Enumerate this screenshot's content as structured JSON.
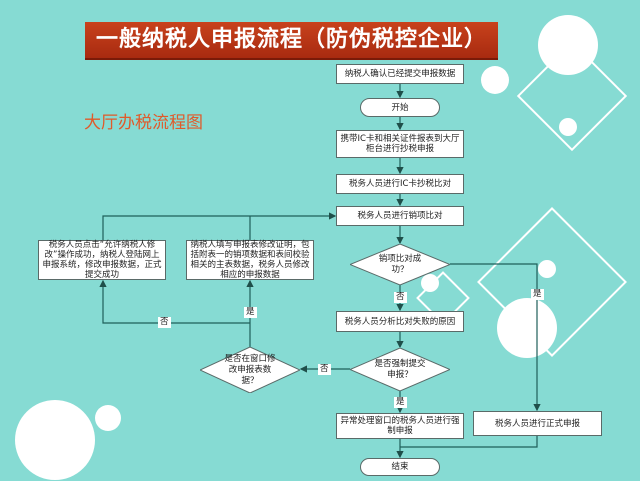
{
  "title": "一般纳税人申报流程（防伪税控企业）",
  "subtitle": "大厅办税流程图",
  "colors": {
    "background": "#86dbd3",
    "title_bar": "#b8341a",
    "subtitle": "#e05a2a",
    "line": "#1f5f5a"
  },
  "nodes": {
    "confirm": "纳税人确认已经提交申报数据",
    "start": "开始",
    "bring_card": "携带IC卡和相关证件报表到大厅柜台进行抄税申报",
    "ic_compare": "税务人员进行IC卡抄税比对",
    "sales_compare": "税务人员进行销项比对",
    "sales_ok": "销项比对成功？",
    "analyze": "税务人员分析比对失败的原因",
    "force_submit": "是否强制提交申报？",
    "force_declare": "异常处理窗口的税务人员进行强制申报",
    "formal_declare": "税务人员进行正式申报",
    "end": "结束",
    "window_modify": "是否在窗口修改申报表数据？",
    "online_modify": "税务人员点击“允许纳税人修改”操作成功，纳税人登陆网上申报系统，修改申报数据，正式提交成功",
    "fill_proof": "纳税人填写申报表修改证明，包括附表一的销项数据和表间校验相关的主表数据，税务人员修改相应的申报数据"
  },
  "labels": {
    "yes": "是",
    "no": "否"
  }
}
